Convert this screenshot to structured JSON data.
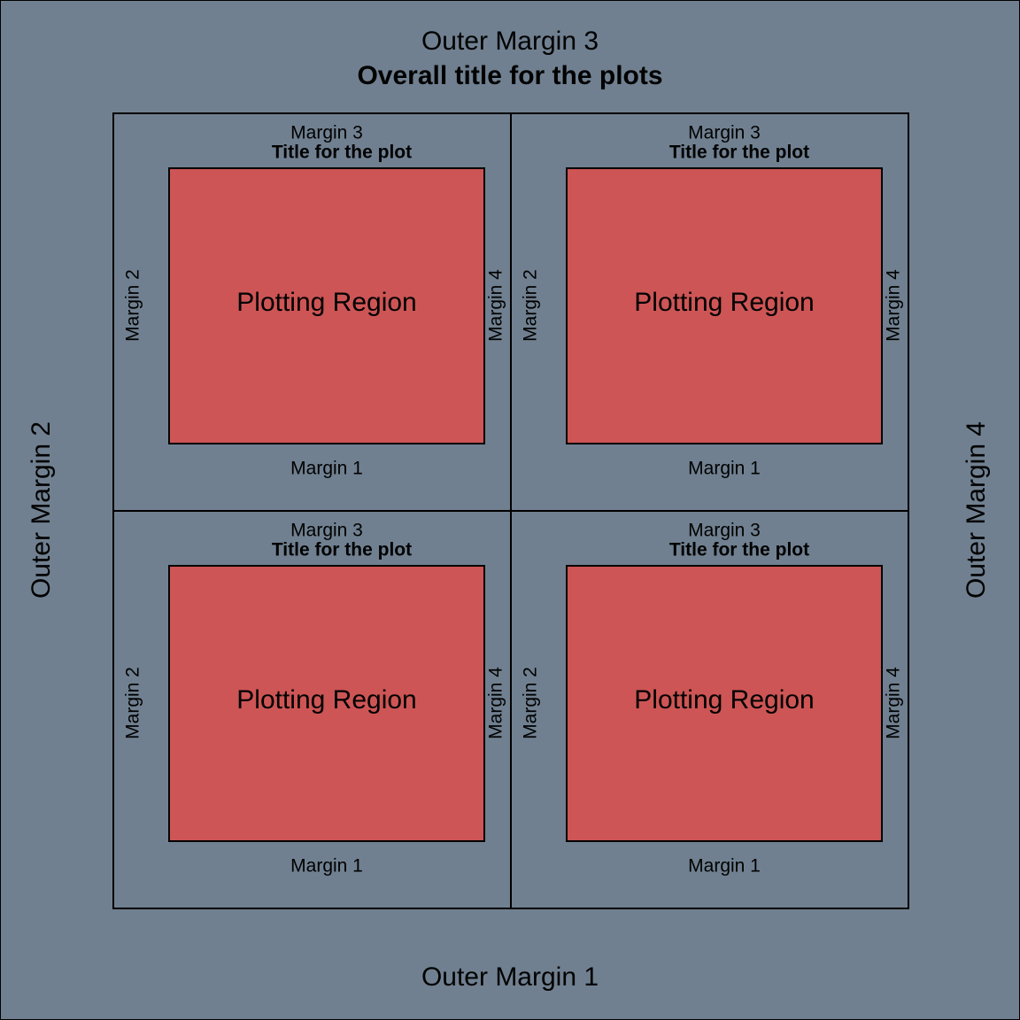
{
  "outer_margins": {
    "bottom": "Outer Margin 1",
    "left": "Outer Margin 2",
    "top": "Outer Margin 3",
    "right": "Outer Margin 4"
  },
  "overall_title": "Overall title for the plots",
  "panels": [
    {
      "margin_bottom": "Margin 1",
      "margin_left": "Margin 2",
      "margin_top": "Margin 3",
      "margin_right": "Margin 4",
      "title": "Title for the plot",
      "region_label": "Plotting Region"
    },
    {
      "margin_bottom": "Margin 1",
      "margin_left": "Margin 2",
      "margin_top": "Margin 3",
      "margin_right": "Margin 4",
      "title": "Title for the plot",
      "region_label": "Plotting Region"
    },
    {
      "margin_bottom": "Margin 1",
      "margin_left": "Margin 2",
      "margin_top": "Margin 3",
      "margin_right": "Margin 4",
      "title": "Title for the plot",
      "region_label": "Plotting Region"
    },
    {
      "margin_bottom": "Margin 1",
      "margin_left": "Margin 2",
      "margin_top": "Margin 3",
      "margin_right": "Margin 4",
      "title": "Title for the plot",
      "region_label": "Plotting Region"
    }
  ],
  "colors": {
    "background": "#708090",
    "plot_region": "#cd5555",
    "lines": "#000000"
  }
}
